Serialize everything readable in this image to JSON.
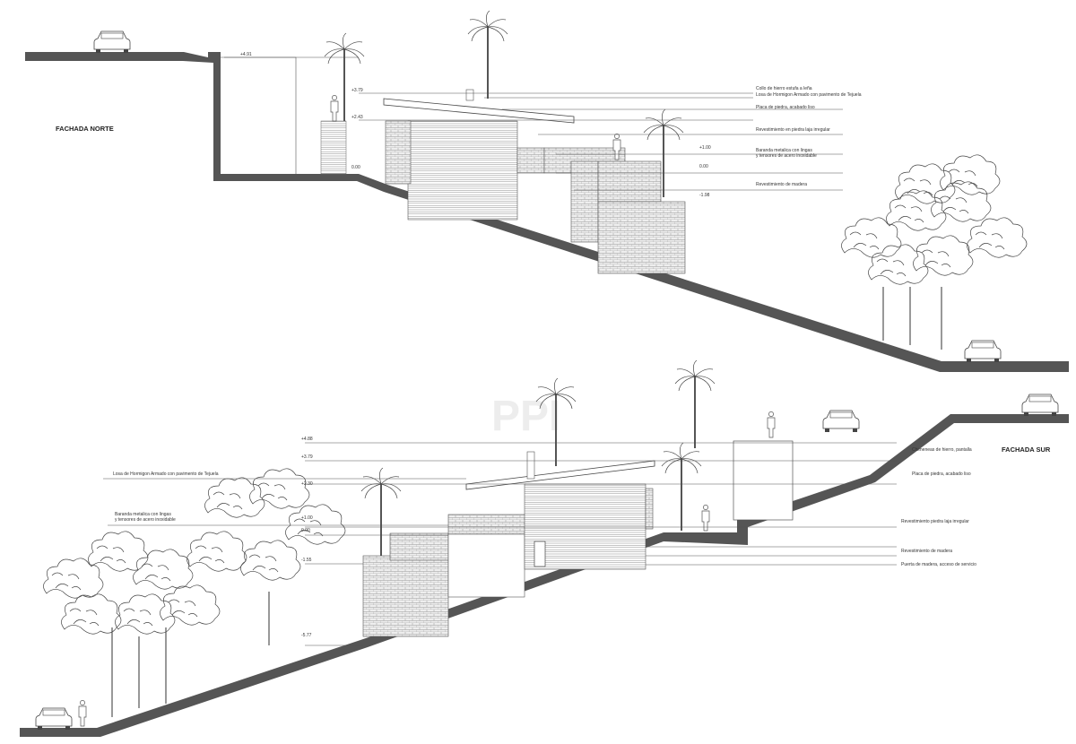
{
  "north": {
    "title": "FACHADA NORTE",
    "levels": [
      "+4.91",
      "+3.79",
      "+2.43",
      "0.00",
      "+1.00",
      "0.00",
      "-1.98"
    ],
    "notes": [
      "Collo de hierro estufa a leña",
      "Losa de Hormigon Armado con pavimento de Tejuela",
      "Placa de piedra, acabado liso",
      "Revestimiento en piedra laja irregular",
      "Baranda metalica con lingas",
      "y tensores de acero inoxidable",
      "Revestimiento de madera"
    ]
  },
  "south": {
    "title": "FACHADA SUR",
    "levels": [
      "+4.88",
      "+3.79",
      "+2.30",
      "+1.00",
      "0.00",
      "-1.55",
      "-5.77"
    ],
    "notes_left": [
      "Losa de Hormigon Armado con pavimento de Tejuela",
      "Baranda metalica con lingas",
      "y tensores de acero inoxidable"
    ],
    "notes_right": [
      "Chimeneas de hierro, pantalla",
      "Placa de piedra, acabado liso",
      "Revestimiento piedra laja irregular",
      "Revestimiento de madera",
      "Puerta de madera, acceso de servicio"
    ]
  },
  "watermark": "PPI"
}
